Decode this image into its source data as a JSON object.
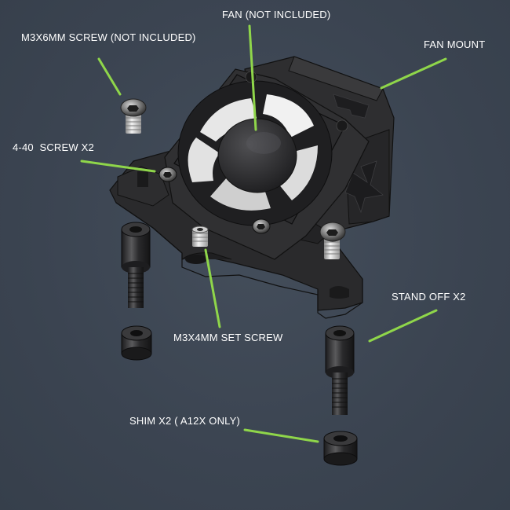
{
  "diagram": {
    "labels": {
      "fan": "FAN (NOT INCLUDED)",
      "m3x6_screw": "M3X6MM SCREW (NOT INCLUDED)",
      "fan_mount": "FAN MOUNT",
      "screw_440": "4-40  SCREW X2",
      "set_screw": "M3X4MM SET SCREW",
      "standoff": "STAND OFF X2",
      "shim": "SHIM X2 ( A12X ONLY)"
    },
    "leader_color": "#8fd64a"
  }
}
